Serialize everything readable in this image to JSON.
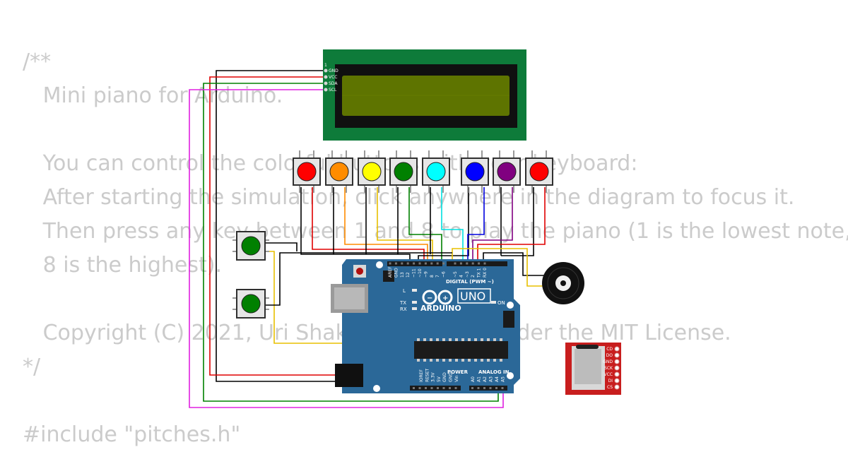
{
  "code_lines": [
    "/**",
    "   Mini piano for Arduino.",
    "",
    "   You can control the colorful buttons with your keyboard:",
    "   After starting the simulation, click anywhere in the diagram to focus it.",
    "   Then press any key between 1 and 8 to play the piano (1 is the lowest note,",
    "   8 is the highest).",
    "",
    "   Copyright (C) 2021, Uri Shaked. Released under the MIT License.",
    "*/",
    "",
    "#include \"pitches.h\""
  ],
  "lcd": {
    "pin_number": "1",
    "pins": [
      "GND",
      "VCC",
      "SDA",
      "SCL"
    ]
  },
  "piano_buttons": [
    {
      "color": "#ff0000"
    },
    {
      "color": "#ff8c00"
    },
    {
      "color": "#ffff00"
    },
    {
      "color": "#008000"
    },
    {
      "color": "#00ffff"
    },
    {
      "color": "#0000ff"
    },
    {
      "color": "#800080"
    },
    {
      "color": "#ff0000"
    }
  ],
  "side_buttons": [
    {
      "color": "#008000"
    },
    {
      "color": "#008000"
    }
  ],
  "arduino": {
    "brand": "ARDUINO",
    "model": "UNO",
    "digital_label": "DIGITAL (PWM ~)",
    "power_label": "POWER",
    "analog_label": "ANALOG IN",
    "on_label": "ON",
    "l_label": "L",
    "tx_label": "TX",
    "rx_label": "RX",
    "digital_pins": [
      "AREF",
      "GND",
      "13",
      "12",
      "~11",
      "~10",
      "~9",
      "8",
      "7",
      "~6",
      "~5",
      "4",
      "~3",
      "2",
      "TX 1",
      "RX 0"
    ],
    "power_pins": [
      "IOREF",
      "RESET",
      "3.3V",
      "5V",
      "GND",
      "GND",
      "Vin"
    ],
    "analog_pins": [
      "A0",
      "A1",
      "A2",
      "A3",
      "A4",
      "A5"
    ]
  },
  "sd_card": {
    "pins": [
      "CD",
      "DO",
      "GND",
      "SCK",
      "VCC",
      "DI",
      "CS"
    ]
  },
  "colors": {
    "code_text": "#cbcbcb",
    "board": "#2b6898",
    "lcd_pcb": "#0e7b3a",
    "lcd_screen": "#5e7400",
    "sd_board": "#c81e1e",
    "wire_black": "#000000",
    "wire_red": "#e00000",
    "wire_green": "#008000",
    "wire_magenta": "#e020e0",
    "wire_yellow": "#e8c000"
  }
}
